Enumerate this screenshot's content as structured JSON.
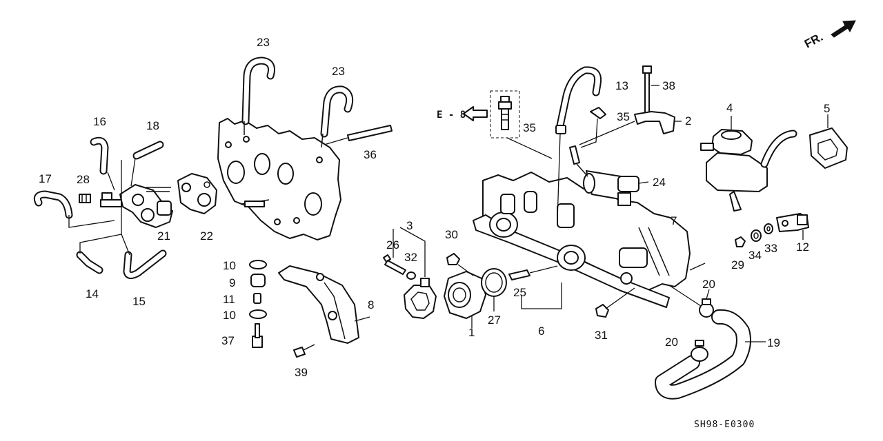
{
  "diagram": {
    "orientation_label": "FR.",
    "reference_label": "E - 8",
    "figure_code": "SH98-E0300",
    "callouts": {
      "c1": "1",
      "c2": "2",
      "c3": "3",
      "c4": "4",
      "c5": "5",
      "c6": "6",
      "c7": "7",
      "c8": "8",
      "c9": "9",
      "c10a": "10",
      "c10b": "10",
      "c11": "11",
      "c12": "12",
      "c13": "13",
      "c14": "14",
      "c15": "15",
      "c16": "16",
      "c17": "17",
      "c18": "18",
      "c19": "19",
      "c20a": "20",
      "c20b": "20",
      "c21": "21",
      "c22": "22",
      "c23a": "23",
      "c23b": "23",
      "c24": "24",
      "c25": "25",
      "c26": "26",
      "c27": "27",
      "c28": "28",
      "c29": "29",
      "c30": "30",
      "c31": "31",
      "c32": "32",
      "c33": "33",
      "c34": "34",
      "c35a": "35",
      "c35b": "35",
      "c36": "36",
      "c37": "37",
      "c38": "38",
      "c39": "39"
    }
  }
}
